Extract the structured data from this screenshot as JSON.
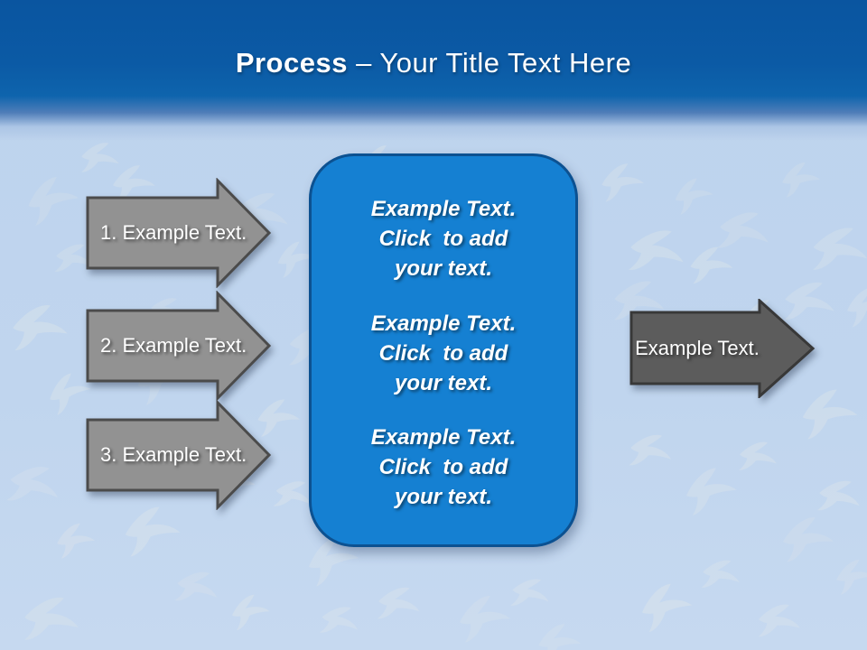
{
  "title": {
    "bold_text": "Process",
    "regular_text": "– Your Title Text Here"
  },
  "left_arrows": [
    {
      "label": "1. Example Text."
    },
    {
      "label": "2. Example Text."
    },
    {
      "label": "3. Example Text."
    }
  ],
  "center_panel": {
    "blocks": [
      {
        "lines": [
          "Example Text.",
          "Click  to add",
          "your text."
        ]
      },
      {
        "lines": [
          "Example Text.",
          "Click  to add",
          "your text."
        ]
      },
      {
        "lines": [
          "Example Text.",
          "Click  to add",
          "your text."
        ]
      }
    ]
  },
  "right_arrow": {
    "label": "Example Text."
  },
  "background": {
    "watermark_icon": "flying-birds-photo"
  },
  "colors": {
    "header_blue": "#0c5ea9",
    "body_light_blue": "#bdd3ed",
    "panel_blue": "#1580d2",
    "panel_border": "#0c5191",
    "left_arrow_gray": "#929292",
    "left_arrow_border": "#4b4b4b",
    "right_arrow_gray": "#5c5c5c",
    "right_arrow_border": "#383838",
    "text_white": "#ffffff"
  }
}
